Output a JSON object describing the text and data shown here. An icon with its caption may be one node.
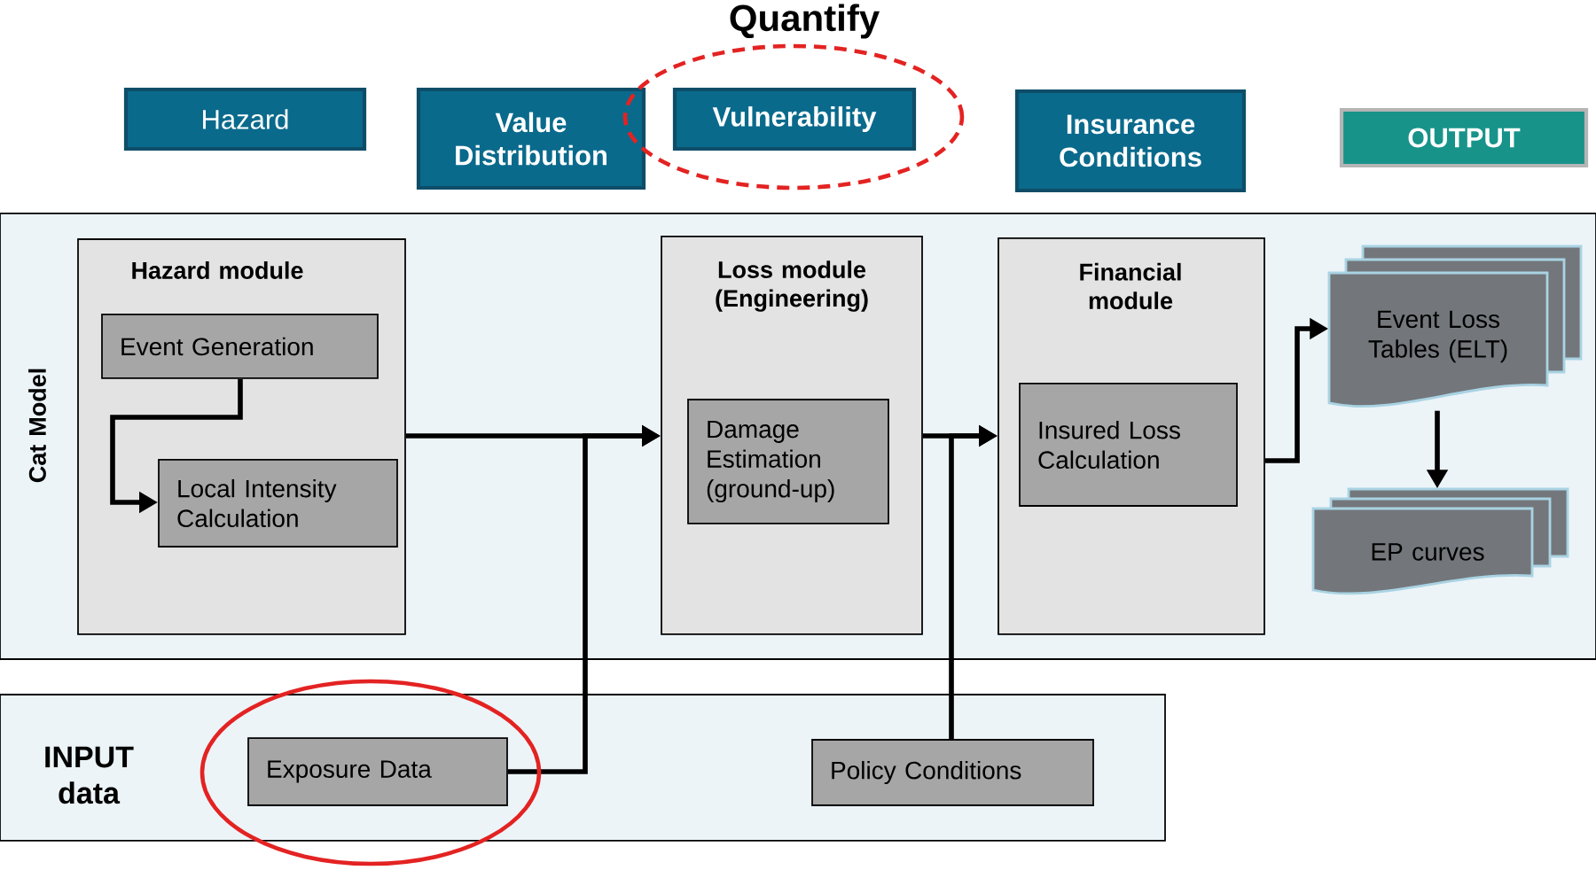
{
  "diagram": {
    "title": "Quantify",
    "nodes": [
      {
        "text": [
          "Hazard"
        ]
      },
      {
        "text": [
          "Value Distribution"
        ]
      },
      {
        "text": [
          "Vulnerability"
        ]
      },
      {
        "text": [
          "Insurance Conditions"
        ]
      },
      {
        "text": [
          "OUTPUT"
        ]
      },
      {
        "text": [
          "Cat Model"
        ]
      },
      {
        "text": [
          "Hazard module"
        ],
        "in": 5
      },
      {
        "text": [
          "Event Generation"
        ],
        "in": 6
      },
      {
        "text": [
          "Local Intensity Calculation"
        ],
        "in": 6
      },
      {
        "text": [
          "Loss module (Engineering)"
        ],
        "in": 5
      },
      {
        "text": [
          "Damage Estimation (ground-up)"
        ],
        "in": 9
      },
      {
        "text": [
          "Financial module"
        ],
        "in": 5
      },
      {
        "text": [
          "Insured Loss Calculation"
        ],
        "in": 11
      },
      {
        "text": [
          "Event Loss Tables (ELT)"
        ],
        "in": 5
      },
      {
        "text": [
          "EP curves"
        ],
        "in": 5
      },
      {
        "text": [
          "INPUT data"
        ]
      },
      {
        "text": [
          "Exposure Data"
        ],
        "in": 15
      },
      {
        "text": [
          "Policy Conditions"
        ],
        "in": 15
      }
    ],
    "edges": [
      {
        "from": 7,
        "to": 8,
        "arrow": "to"
      },
      {
        "from": 6,
        "to": 9,
        "arrow": "to"
      },
      {
        "from": 16,
        "to": 9,
        "arrow": "to"
      },
      {
        "from": 9,
        "to": 11,
        "arrow": "to"
      },
      {
        "from": 17,
        "to": 11,
        "arrow": "to"
      },
      {
        "from": 11,
        "to": 13,
        "arrow": "to"
      },
      {
        "from": 13,
        "to": 14,
        "arrow": "to"
      }
    ]
  }
}
